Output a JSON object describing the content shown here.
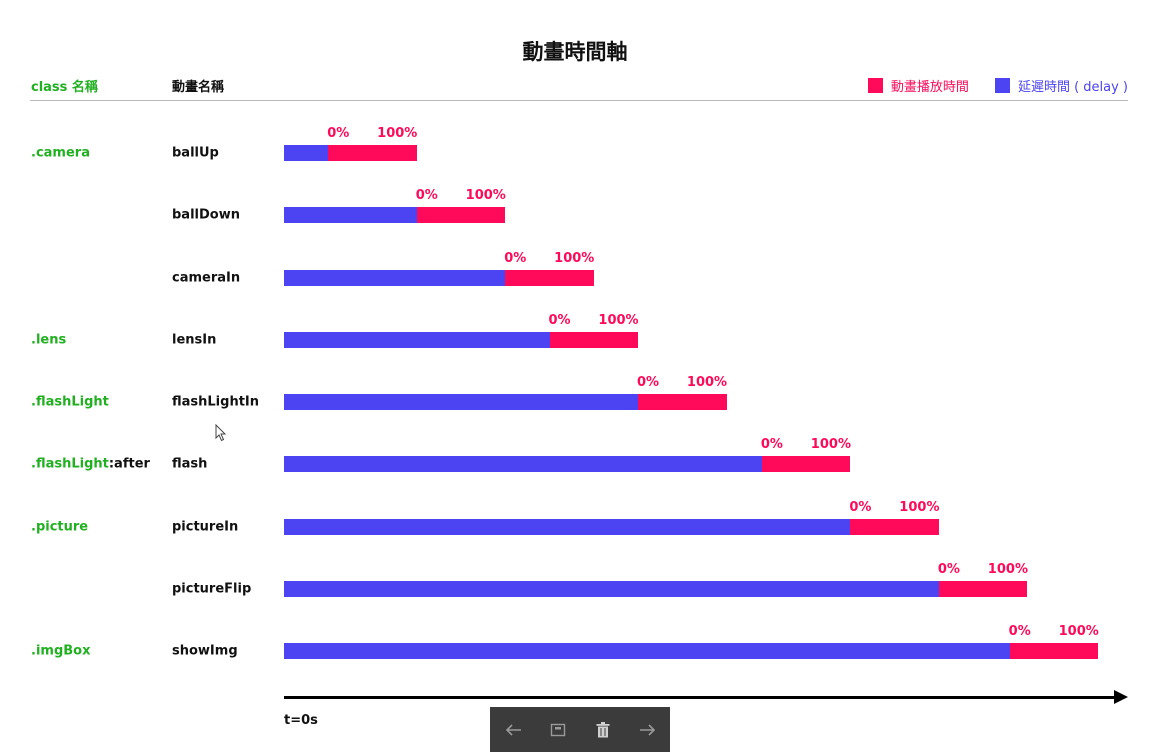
{
  "title": "動畫時間軸",
  "headers": {
    "class_col": "class 名稱",
    "anim_col": "動畫名稱"
  },
  "legend": {
    "play_label": "動畫播放時間",
    "delay_label": "延遲時間 ( delay )",
    "play_color": "#ff0a5a",
    "delay_color": "#4c43f2",
    "position": "top-right"
  },
  "axis_label": "t=0s",
  "toolbar": {
    "icons": [
      "arrow-left-icon",
      "save-icon",
      "trash-icon",
      "arrow-right-icon"
    ]
  },
  "chart_data": {
    "type": "bar",
    "orientation": "horizontal-stacked",
    "title": "動畫時間軸",
    "categories": [
      "ballUp",
      "ballDown",
      "cameraIn",
      "lensIn",
      "flashLightIn",
      "flash",
      "pictureIn",
      "pictureFlip",
      "showImg"
    ],
    "class_names": [
      ".camera",
      "",
      "",
      ".lens",
      ".flashLight",
      ".flashLight:after",
      ".picture",
      "",
      ".imgBox"
    ],
    "series": [
      {
        "name": "延遲時間 ( delay )",
        "values": [
          0.5,
          1.5,
          2.5,
          3.0,
          4.0,
          5.4,
          6.4,
          7.4,
          8.2
        ]
      },
      {
        "name": "動畫播放時間",
        "values": [
          1.0,
          1.0,
          1.0,
          1.0,
          1.0,
          1.0,
          1.0,
          1.0,
          1.0
        ]
      }
    ],
    "start_label": "0%",
    "end_label": "100%"
  }
}
